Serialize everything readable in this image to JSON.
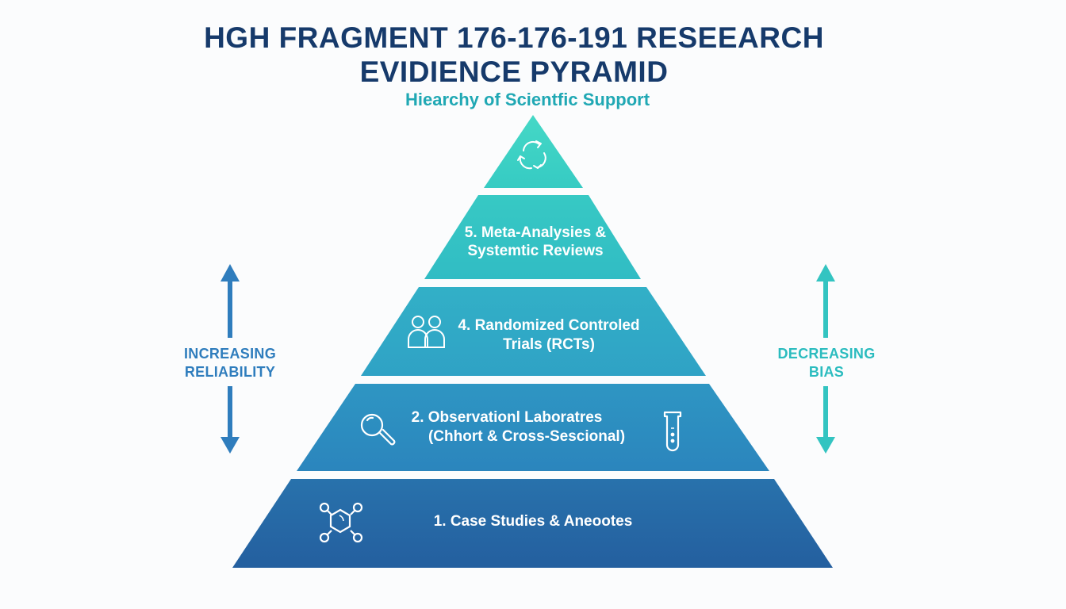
{
  "header": {
    "title_line_1": "HGH FRAGMENT 176-176-191 RESEEARCH",
    "title_line_2": "EVIDIENCE PYRAMID",
    "subtitle": "Hiearchy of Scientfic Support"
  },
  "pyramid": {
    "levels": [
      {
        "rank": "top",
        "label_lines": [],
        "icon": "cycle-arrows-icon",
        "color": "#3fd3c4"
      },
      {
        "rank": 5,
        "label_lines": [
          "5. Meta-Analysies &",
          "Systemtic Reviews"
        ],
        "icon": null,
        "color": "#34c6c4"
      },
      {
        "rank": 4,
        "label_lines": [
          "4. Randomized Controled",
          "Trials (RCTs)"
        ],
        "icon": "people-icon",
        "color": "#31abc6"
      },
      {
        "rank": 2,
        "label_lines": [
          "2. Observationl Laboratres",
          "(Chhort & Cross-Sescional)"
        ],
        "icons": [
          "magnifier-icon",
          "test-tube-icon"
        ],
        "color": "#2d8fc1"
      },
      {
        "rank": 1,
        "label_lines": [
          "1. Case Studies & Aneootes"
        ],
        "icon": "molecule-icon",
        "color": "#2667a6"
      }
    ]
  },
  "side_labels": {
    "left": {
      "line_1": "INCREASING",
      "line_2": "RELIABILITY",
      "color": "#2f7dbd"
    },
    "right": {
      "line_1": "DECREASING",
      "line_2": "BIAS",
      "color": "#2bbcbf"
    }
  }
}
